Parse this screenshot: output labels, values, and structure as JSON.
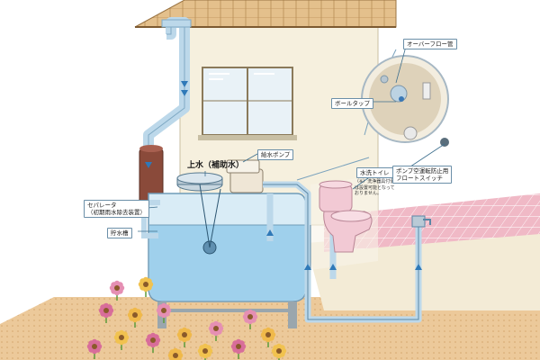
{
  "labels": {
    "overflow_pipe": "オーバーフロー管",
    "ball_tap": "ボールタップ",
    "makeup_water": "上水（補助水）",
    "supply_pump": "給水ポンプ",
    "flush_toilet": "水洗トイレ",
    "toilet_note": "（※）洗浄器具付便座\nは設置可能となって\nおりません。",
    "separator": "セパレータ\n（初期雨水除去装置）",
    "storage_tank": "貯水槽",
    "float_switch": "ポンプ空運転防止用\nフロートスイッチ"
  },
  "colors": {
    "water_blue": "#9fd0ec",
    "pipe_blue": "#bcd8ea",
    "roof_tile": "#d8b47e",
    "wall_cream": "#f6f0de",
    "toilet_pink": "#f2c9d4",
    "ground": "#e9c79a",
    "leader_line": "#3d6f8e"
  },
  "icons": [
    "flower-icon",
    "arrow-up-icon",
    "arrow-down-icon"
  ]
}
